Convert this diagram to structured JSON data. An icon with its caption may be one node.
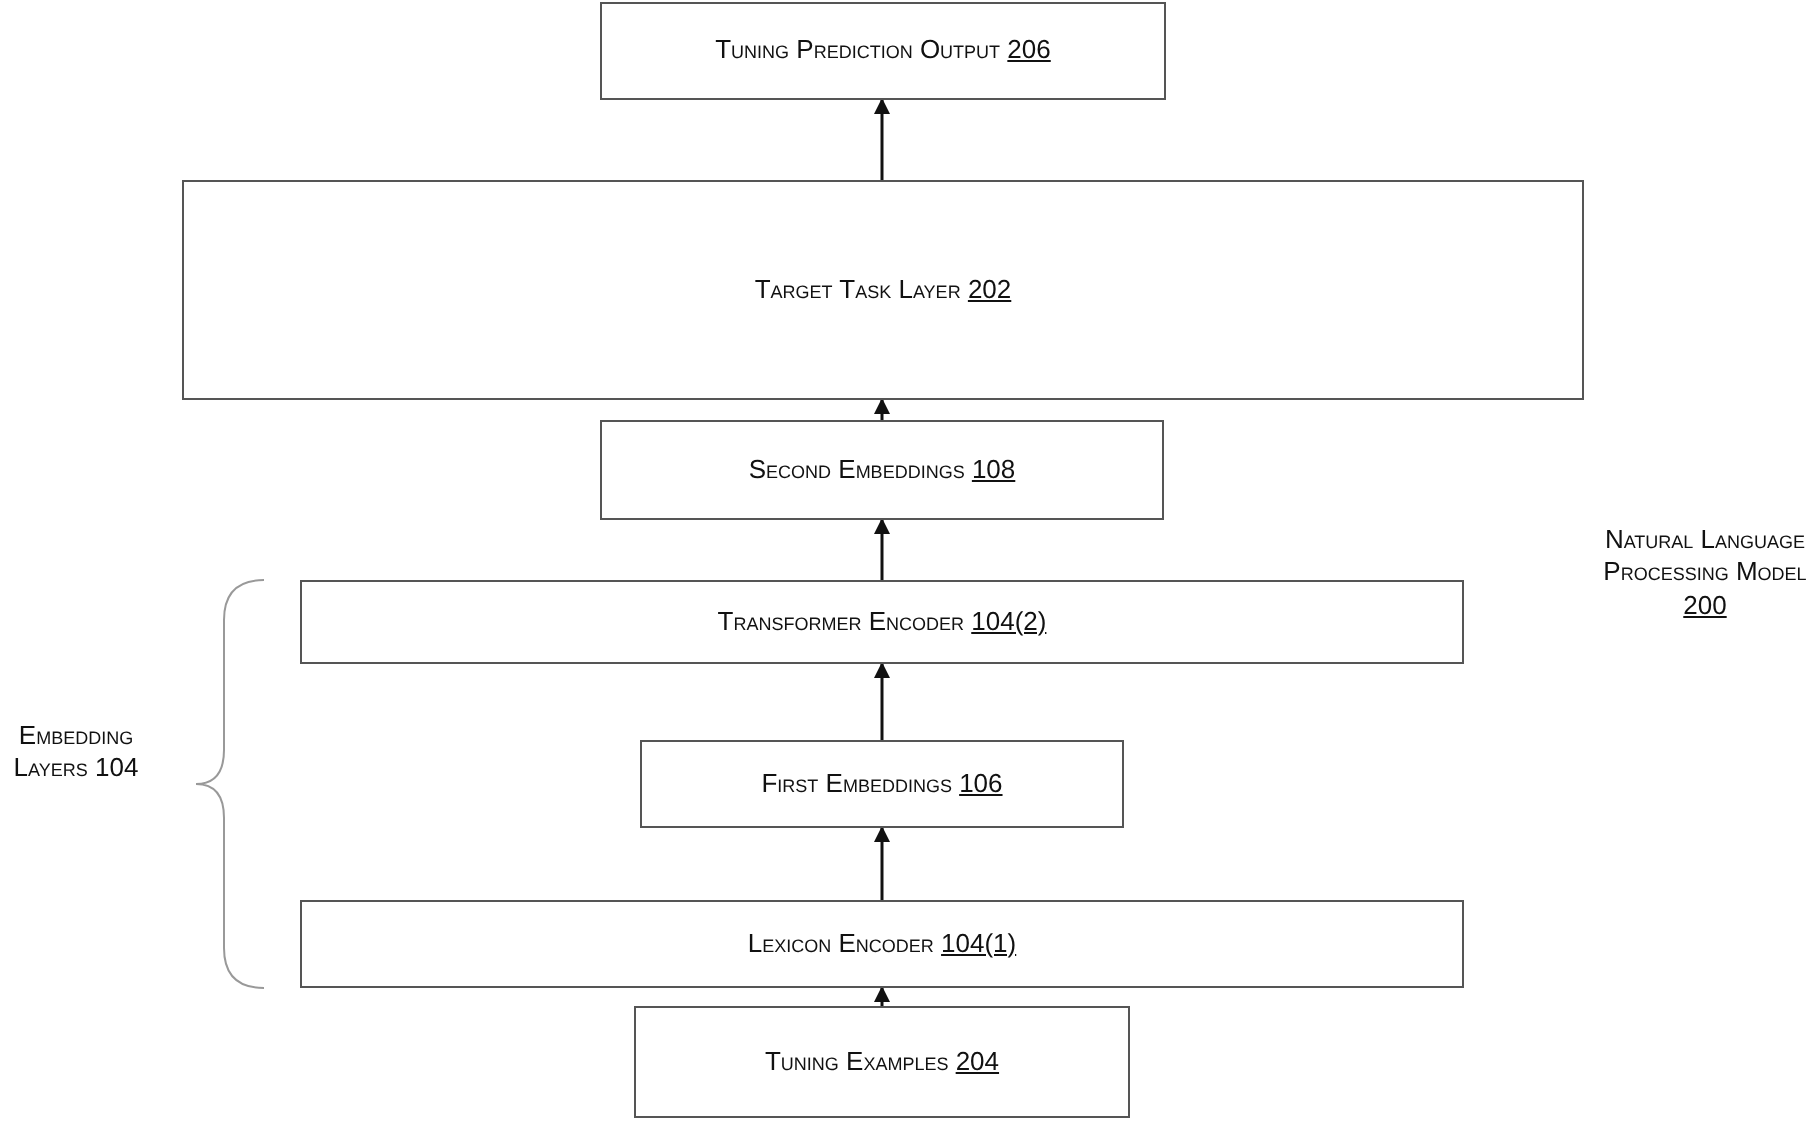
{
  "diagram": {
    "nodes": [
      {
        "text": [
          "Tuning Prediction Output 206"
        ]
      },
      {
        "text": [
          "Target Task Layer 202"
        ]
      },
      {
        "text": [
          "Second Embeddings 108"
        ]
      },
      {
        "text": [
          "Transformer Encoder 104(2)"
        ]
      },
      {
        "text": [
          "First Embeddings 106"
        ]
      },
      {
        "text": [
          "Lexicon Encoder 104(1)"
        ]
      },
      {
        "text": [
          "Tuning Examples 204"
        ]
      }
    ],
    "edges": [
      {
        "from": 6,
        "to": 5,
        "arrow": "to"
      },
      {
        "from": 5,
        "to": 4,
        "arrow": "to"
      },
      {
        "from": 4,
        "to": 3,
        "arrow": "to"
      },
      {
        "from": 3,
        "to": 2,
        "arrow": "to"
      },
      {
        "from": 2,
        "to": 1,
        "arrow": "to"
      },
      {
        "from": 1,
        "to": 0,
        "arrow": "to"
      }
    ],
    "labels": [
      "Embedding Layers 104",
      "Natural Language Processing Model 200"
    ]
  }
}
